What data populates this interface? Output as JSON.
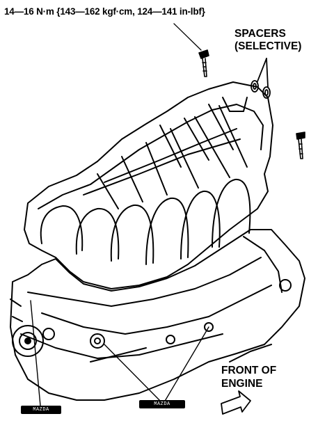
{
  "labels": {
    "torque_spec": "14—16 N·m {143—162 kgf·cm, 124—141 in-lbf}",
    "spacers": "SPACERS\n(SELECTIVE)",
    "front_of_engine": "FRONT OF\nENGINE"
  },
  "tags": {
    "left": "MAZDA",
    "center": "MAZDA"
  },
  "colors": {
    "ink": "#000000",
    "paper": "#ffffff"
  }
}
